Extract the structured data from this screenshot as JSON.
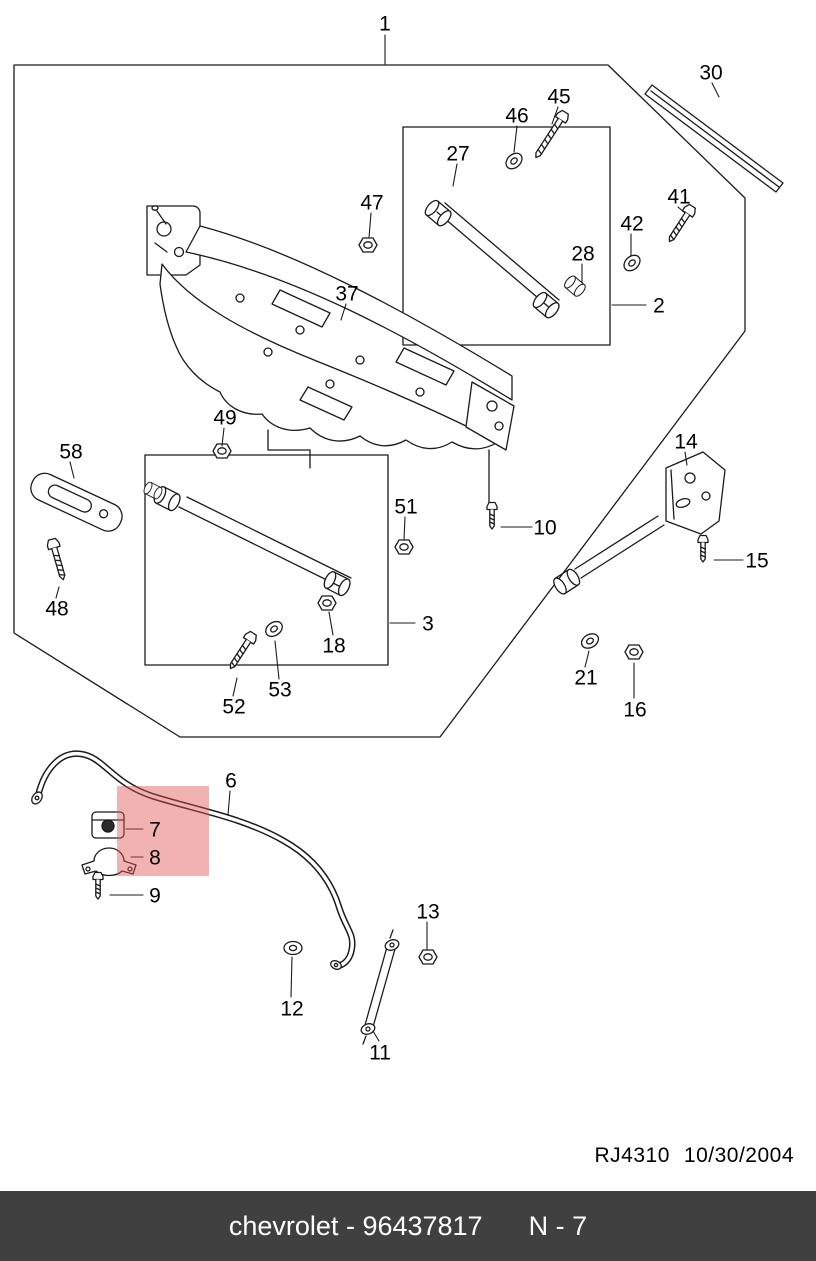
{
  "diagram": {
    "highlight_color": "#e05555",
    "labels": {
      "p1": "1",
      "p2": "2",
      "p3": "3",
      "p6": "6",
      "p7": "7",
      "p8": "8",
      "p9": "9",
      "p10": "10",
      "p11": "11",
      "p12": "12",
      "p13": "13",
      "p14": "14",
      "p15": "15",
      "p16": "16",
      "p18": "18",
      "p21": "21",
      "p27": "27",
      "p28": "28",
      "p30": "30",
      "p37": "37",
      "p41": "41",
      "p42": "42",
      "p45": "45",
      "p46": "46",
      "p47": "47",
      "p48": "48",
      "p49": "49",
      "p51": "51",
      "p52": "52",
      "p53": "53",
      "p58": "58"
    },
    "ref": {
      "code": "RJ4310",
      "date": "10/30/2004"
    }
  },
  "footer": {
    "brand_part": "chevrolet - 96437817",
    "page_ref": "N - 7"
  }
}
